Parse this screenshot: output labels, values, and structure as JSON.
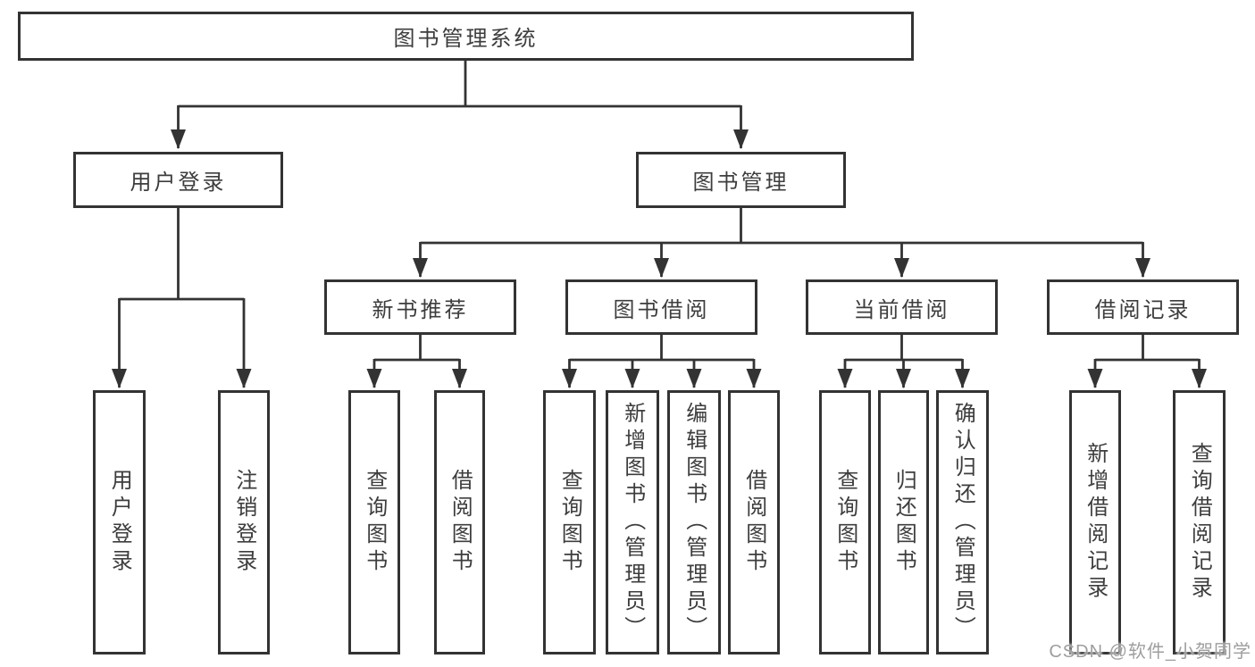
{
  "nodes": {
    "root": "图书管理系统",
    "user_login": "用户登录",
    "book_management": "图书管理",
    "new_book_recommend": "新书推荐",
    "book_borrow": "图书借阅",
    "current_borrow": "当前借阅",
    "borrow_records": "借阅记录",
    "leaf_user_login": "用户登录",
    "leaf_logout": "注销登录",
    "leaf_nbr_query_books": "查询图书",
    "leaf_nbr_borrow_books": "借阅图书",
    "leaf_bb_query_books": "查询图书",
    "leaf_bb_add_books": "新增图书（管理员）",
    "leaf_bb_edit_books": "编辑图书（管理员）",
    "leaf_bb_borrow_books": "借阅图书",
    "leaf_cb_query_books": "查询图书",
    "leaf_cb_return_books": "归还图书",
    "leaf_cb_confirm_return": "确认归还（管理员）",
    "leaf_br_add_record": "新增借阅记录",
    "leaf_br_query_record": "查询借阅记录"
  },
  "watermark": "CSDN @软件_小贺同学",
  "colors": {
    "line": "#333333",
    "text": "#3d3d3d",
    "watermark": "#9e9e9e",
    "background": "#ffffff"
  }
}
